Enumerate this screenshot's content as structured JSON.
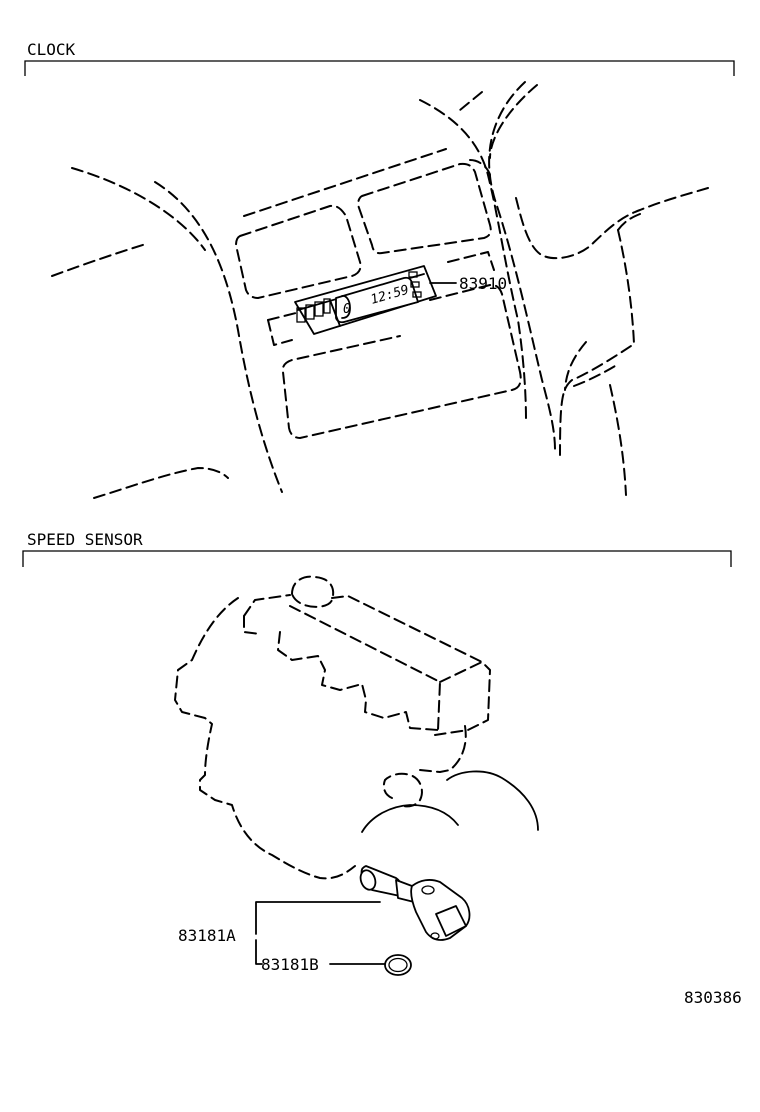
{
  "sections": {
    "clock": {
      "title": "CLOCK"
    },
    "speed_sensor": {
      "title": "SPEED SENSOR"
    }
  },
  "parts": {
    "clock_unit": {
      "number": "83910",
      "display_text": "12:59",
      "face_digit": "0"
    },
    "speed_sensor": {
      "number": "83181A"
    },
    "o_ring": {
      "number": "83181B"
    }
  },
  "diagram_id": "830386"
}
